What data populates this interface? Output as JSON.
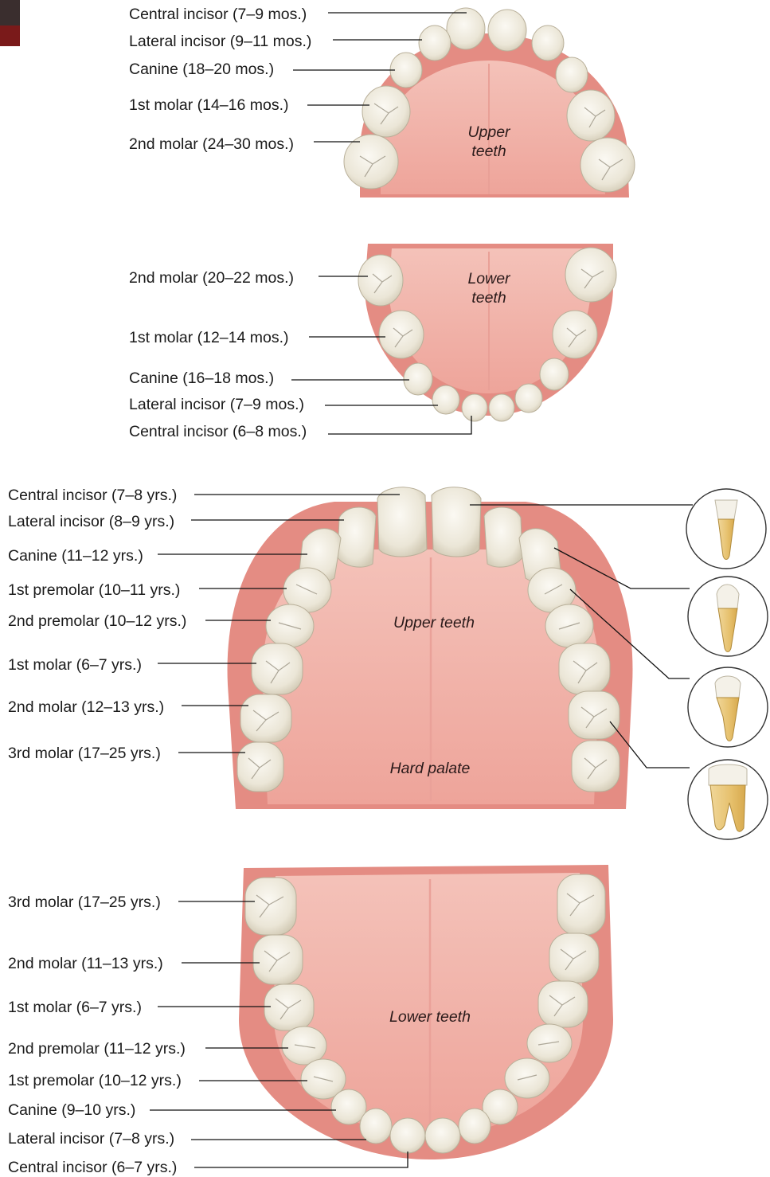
{
  "diagram": {
    "deciduous_upper": {
      "caption": "Upper\nteeth",
      "labels": [
        "Central incisor (7–9 mos.)",
        "Lateral incisor (9–11 mos.)",
        "Canine (18–20 mos.)",
        "1st molar (14–16 mos.)",
        "2nd molar (24–30 mos.)"
      ]
    },
    "deciduous_lower": {
      "caption": "Lower\nteeth",
      "labels": [
        "2nd molar (20–22 mos.)",
        "1st molar (12–14 mos.)",
        "Canine (16–18 mos.)",
        "Lateral incisor (7–9 mos.)",
        "Central incisor (6–8 mos.)"
      ]
    },
    "permanent_upper": {
      "caption": "Upper teeth",
      "palate_label": "Hard palate",
      "labels": [
        "Central incisor (7–8 yrs.)",
        "Lateral incisor (8–9 yrs.)",
        "Canine (11–12 yrs.)",
        "1st premolar (10–11 yrs.)",
        "2nd premolar (10–12 yrs.)",
        "1st molar (6–7 yrs.)",
        "2nd molar (12–13 yrs.)",
        "3rd molar (17–25 yrs.)"
      ],
      "detail_icons": [
        "incisor-tooth-icon",
        "canine-tooth-icon",
        "premolar-tooth-icon",
        "molar-tooth-icon"
      ]
    },
    "permanent_lower": {
      "caption": "Lower teeth",
      "labels": [
        "3rd molar (17–25 yrs.)",
        "2nd molar (11–13 yrs.)",
        "1st molar (6–7 yrs.)",
        "2nd premolar (11–12 yrs.)",
        "1st premolar (10–12 yrs.)",
        "Canine (9–10 yrs.)",
        "Lateral incisor (7–8 yrs.)",
        "Central incisor (6–7 yrs.)"
      ]
    },
    "colors": {
      "gum": "#e7928a",
      "gum_dark": "#cf5f57",
      "palate": "#f2b7ae",
      "enamel": "#f3efe3",
      "root": "#e8c77e"
    }
  }
}
